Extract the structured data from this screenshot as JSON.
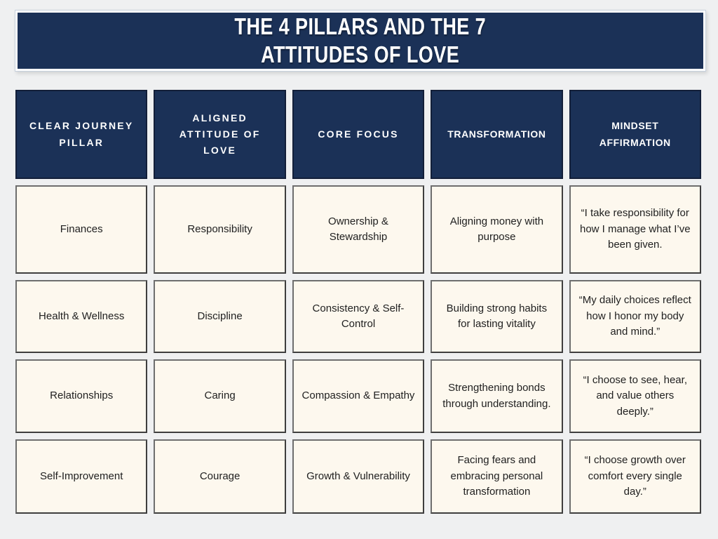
{
  "title": {
    "line1": "THE 4 PILLARS AND THE 7",
    "line2": "ATTITUDES OF LOVE"
  },
  "table": {
    "headers": [
      "CLEAR JOURNEY PILLAR",
      "ALIGNED ATTITUDE OF LOVE",
      "CORE FOCUS",
      "TRANSFORMATION",
      "MINDSET AFFIRMATION"
    ],
    "rows": [
      [
        "Finances",
        "Responsibility",
        "Ownership & Stewardship",
        "Aligning money with purpose",
        "“I take responsibility for how I manage what I’ve been given."
      ],
      [
        "Health & Wellness",
        "Discipline",
        "Consistency & Self-Control",
        "Building strong habits for lasting vitality",
        "“My daily choices reflect how I honor my body and mind.”"
      ],
      [
        "Relationships",
        "Caring",
        "Compassion & Empathy",
        "Strengthening bonds through understanding.",
        "“I choose to see, hear, and value others deeply.”"
      ],
      [
        "Self-Improvement",
        "Courage",
        "Growth & Vulnerability",
        "Facing fears and embracing personal transformation",
        "“I choose growth over comfort every single day.”"
      ]
    ]
  },
  "colors": {
    "navy": "#1b3157",
    "cream": "#fdf8ee",
    "page_background": "#eff0f1",
    "cell_border": "#4f4f4f",
    "header_text": "#ffffff",
    "body_text": "#212121"
  }
}
